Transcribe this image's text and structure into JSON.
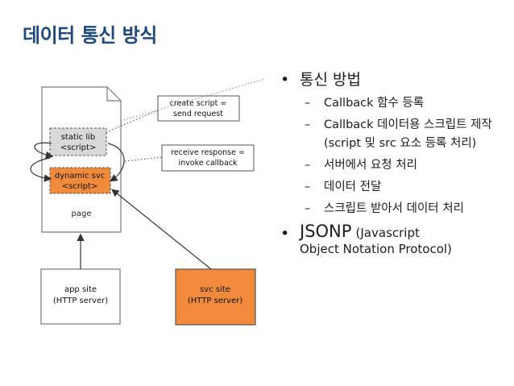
{
  "title": "데이터 통신 방식",
  "diagram": {
    "page_label": "page",
    "static_lib": [
      "static lib",
      "<script>"
    ],
    "dynamic_svc": [
      "dynamic svc",
      "<script>"
    ],
    "create_script": [
      "create script =",
      "send request"
    ],
    "receive_response": [
      "receive response =",
      "invoke callback"
    ],
    "app_site": [
      "app site",
      "(HTTP server)"
    ],
    "svc_site": [
      "svc site",
      "(HTTP server)"
    ],
    "colors": {
      "orange": "#f08a3c",
      "gray": "#d9d9d9",
      "line": "#6b6b6b"
    }
  },
  "bullets": {
    "main1": "통신 방법",
    "subs": [
      "Callback 함수 등록",
      "Callback 데이터용 스크립트 제작 (script 및 src 요소 등록 처리)",
      "서버에서 요청 처리",
      "데이터 전달",
      "스크립트 받아서 데이터 처리"
    ],
    "main2_big": "JSONP",
    "main2_small": "(Javascript Object Notation Protocol)"
  }
}
